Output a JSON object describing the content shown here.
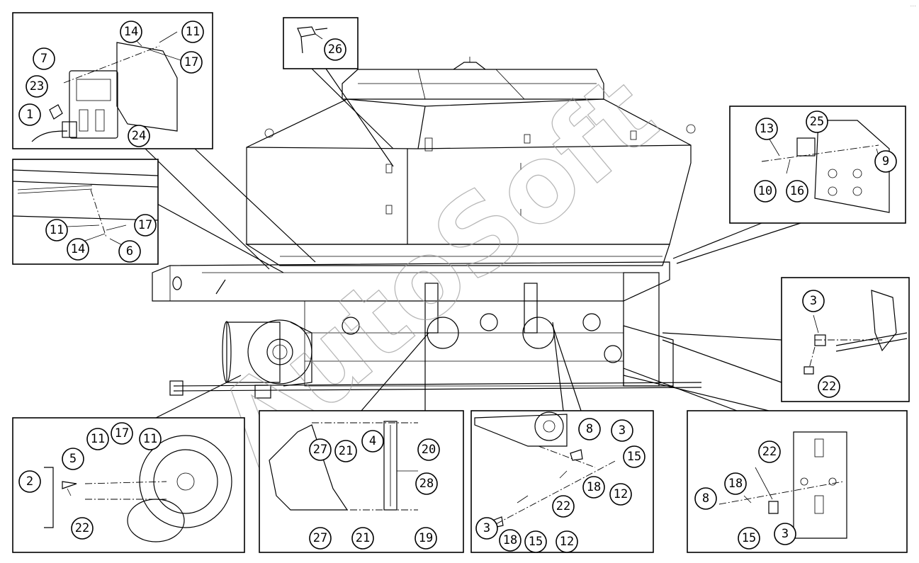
{
  "watermark": "AutoSoft",
  "corner_mark": "...",
  "callouts": {
    "top_left": [
      "14",
      "11",
      "17",
      "7",
      "23",
      "1",
      "24"
    ],
    "strip": [
      "11",
      "17",
      "14",
      "6"
    ],
    "sensor_top": [
      "26"
    ],
    "right_top": [
      "13",
      "25",
      "10",
      "16",
      "9"
    ],
    "right_mid": [
      "3",
      "22"
    ],
    "fan": [
      "2",
      "5",
      "11",
      "17",
      "11",
      "22"
    ],
    "actuator": [
      "27",
      "21",
      "4",
      "20",
      "28",
      "27",
      "21",
      "19"
    ],
    "roller": [
      "8",
      "3",
      "15",
      "18",
      "12",
      "22",
      "3",
      "18",
      "15",
      "12"
    ],
    "bracket": [
      "22",
      "18",
      "8",
      "3",
      "15"
    ]
  }
}
